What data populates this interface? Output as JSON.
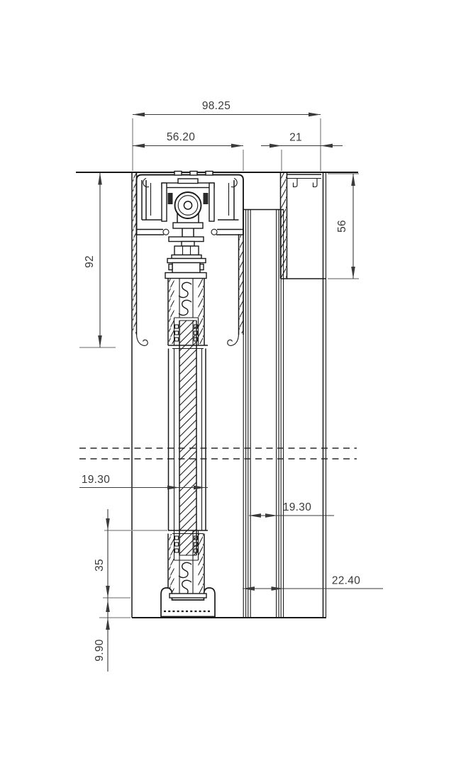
{
  "drawing": {
    "type": "technical-cross-section",
    "subject": "sliding-glass-door-track-section",
    "units_shown": false,
    "colors": {
      "background": "#ffffff",
      "profile_line": "#1a1a1a",
      "dimension_line": "#3a3a3a",
      "extension_line": "#9a9a9a"
    }
  },
  "dimensions": {
    "overall_width": "98.25",
    "track_assembly_width": "56.20",
    "jamb_width": "21",
    "track_housing_height": "92",
    "jamb_profile_height": "56",
    "door_glass_thickness": "19.30",
    "fixed_panel_gap": "19.30",
    "fixed_panel_thickness": "22.40",
    "bottom_rail_height": "35",
    "floor_clearance": "9.90"
  }
}
